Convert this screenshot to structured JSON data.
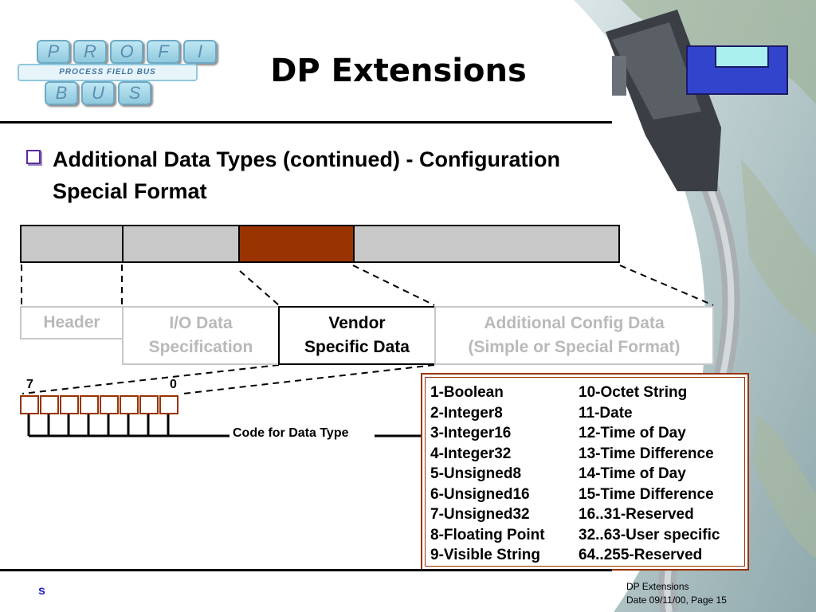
{
  "logo": {
    "letters_top": [
      "P",
      "R",
      "O",
      "F",
      "I"
    ],
    "band_text": "PROCESS FIELD BUS",
    "letters_bottom": [
      "B",
      "U",
      "S"
    ]
  },
  "title": "DP Extensions",
  "heading": {
    "line1": "Additional Data Types (continued) - Configuration",
    "line2": "Special Format"
  },
  "boxes": {
    "header": "Header",
    "io": [
      "I/O Data",
      "Specification"
    ],
    "vendor": [
      "Vendor",
      "Specific Data"
    ],
    "additional": [
      "Additional Config Data",
      "(Simple or Special Format)"
    ]
  },
  "bits": {
    "high": "7",
    "low": "0"
  },
  "code_label": "Code for Data Type",
  "types_left": [
    "1-Boolean",
    "2-Integer8",
    "3-Integer16",
    "4-Integer32",
    "5-Unsigned8",
    "6-Unsigned16",
    "7-Unsigned32",
    "8-Floating Point",
    "9-Visible String"
  ],
  "types_right": [
    "10-Octet String",
    "11-Date",
    "12-Time of Day",
    "13-Time Difference",
    "14-Time of Day",
    "15-Time Difference",
    "16..31-Reserved",
    "32..63-User specific",
    "64..255-Reserved"
  ],
  "footer": {
    "mark": "s",
    "title": "DP Extensions",
    "date": "Date 09/11/00,  Page 15"
  },
  "colors": {
    "accent_brown": "#993300",
    "bar_gray": "#c8c8c8",
    "bullet": "#5a2aa0",
    "logo_blue": "#8fc9de"
  }
}
